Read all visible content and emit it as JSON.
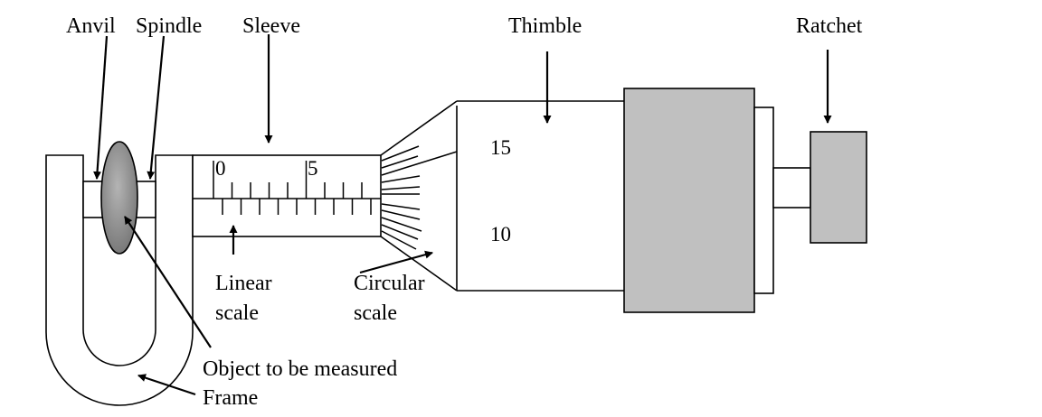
{
  "labels": {
    "anvil": "Anvil",
    "spindle": "Spindle",
    "sleeve": "Sleeve",
    "thimble": "Thimble",
    "ratchet": "Ratchet",
    "linear_scale_line1": "Linear",
    "linear_scale_line2": "scale",
    "circular_scale_line1": "Circular",
    "circular_scale_line2": "scale",
    "object": "Object to be measured",
    "frame": "Frame"
  },
  "sleeve_scale": {
    "mark_0": "0",
    "mark_5": "5"
  },
  "thimble_scale": {
    "mark_15": "15",
    "mark_10": "10"
  },
  "colors": {
    "object_fill": "#8c8c8c",
    "ratchet_fill": "#c0c0c0",
    "line": "#000000"
  }
}
